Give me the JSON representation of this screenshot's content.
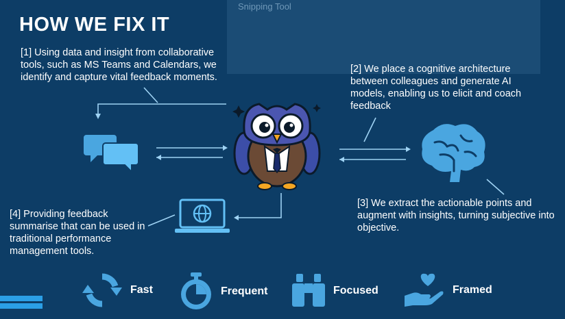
{
  "overlay": {
    "label": "Snipping Tool"
  },
  "slide": {
    "title": "HOW WE FIX IT",
    "step1": "[1] Using data and insight from collaborative tools, such as MS Teams and Calendars, we identify and capture vital feedback moments.",
    "step2": "[2] We place a cognitive architecture between colleagues and generate AI models, enabling us to elicit and coach feedback",
    "step3": "[3] We extract the actionable points and augment with insights, turning subjective into objective.",
    "step4": "[4] Providing feedback summarise that can be used in traditional performance management tools."
  },
  "features": [
    {
      "label": "Fast",
      "icon": "refresh-icon"
    },
    {
      "label": "Frequent",
      "icon": "stopwatch-icon"
    },
    {
      "label": "Focused",
      "icon": "binoculars-icon"
    },
    {
      "label": "Framed",
      "icon": "heart-hand-icon"
    }
  ],
  "colors": {
    "background": "#0d3d66",
    "accent": "#5ab8ee",
    "text": "#ffffff"
  }
}
